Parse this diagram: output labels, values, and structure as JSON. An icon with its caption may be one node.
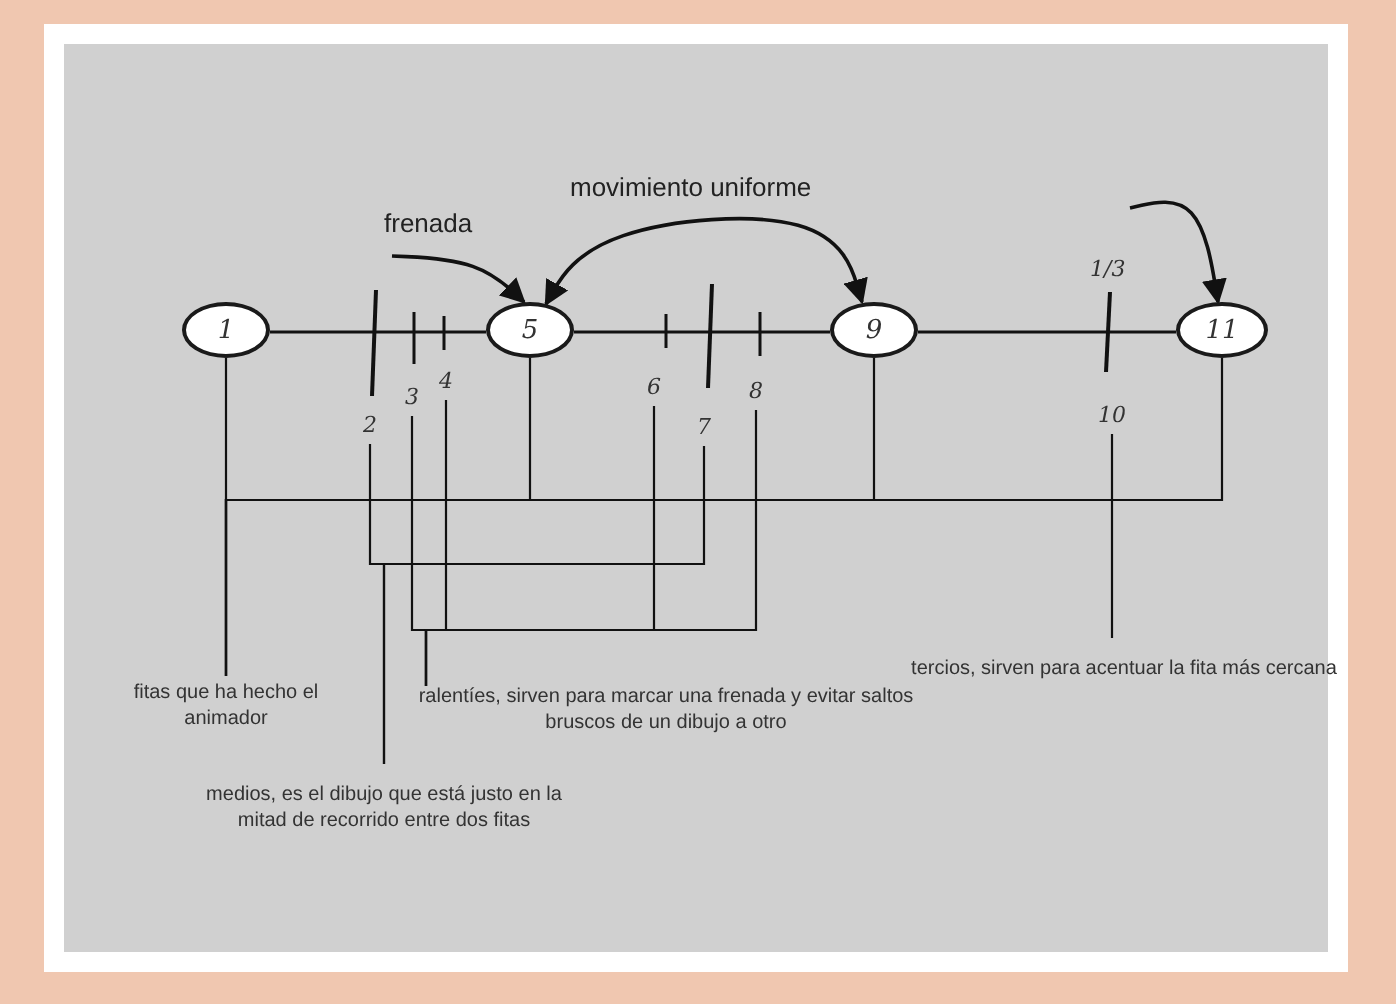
{
  "diagram": {
    "nodes": [
      {
        "text": [
          "1"
        ]
      },
      {
        "text": [
          "5"
        ]
      },
      {
        "text": [
          "9"
        ]
      },
      {
        "text": [
          "11"
        ]
      },
      {
        "text": [
          "2"
        ]
      },
      {
        "text": [
          "3"
        ]
      },
      {
        "text": [
          "4"
        ]
      },
      {
        "text": [
          "6"
        ]
      },
      {
        "text": [
          "7"
        ]
      },
      {
        "text": [
          "8"
        ]
      },
      {
        "text": [
          "10"
        ]
      },
      {
        "text": [
          "fitas que ha hecho el animador"
        ]
      },
      {
        "text": [
          "ralentíes, sirven para marcar una frenada y evitar saltos bruscos de un dibujo a otro"
        ]
      },
      {
        "text": [
          "tercios, sirven para acentuar la fita más cercana"
        ]
      },
      {
        "text": [
          "medios, es el dibujo que está justo en la mitad de recorrido entre dos fitas"
        ]
      }
    ],
    "edges": [
      {
        "from": 0,
        "to": 1,
        "arrow": "none"
      },
      {
        "from": 1,
        "to": 2,
        "arrow": "none"
      },
      {
        "from": 2,
        "to": 3,
        "arrow": "none"
      },
      {
        "from": null,
        "to": 1,
        "arrow": "to",
        "label": "frenada"
      },
      {
        "from": 1,
        "to": 2,
        "arrow": "both",
        "label": "movimiento uniforme"
      },
      {
        "from": null,
        "to": 3,
        "arrow": "to"
      },
      {
        "from": 0,
        "to": 11,
        "arrow": "none"
      },
      {
        "from": 1,
        "to": 11,
        "arrow": "none"
      },
      {
        "from": 2,
        "to": 11,
        "arrow": "none"
      },
      {
        "from": 3,
        "to": 11,
        "arrow": "none"
      },
      {
        "from": 4,
        "to": 14,
        "arrow": "none"
      },
      {
        "from": 8,
        "to": 14,
        "arrow": "none"
      },
      {
        "from": 5,
        "to": 12,
        "arrow": "none"
      },
      {
        "from": 6,
        "to": 12,
        "arrow": "none"
      },
      {
        "from": 7,
        "to": 12,
        "arrow": "none"
      },
      {
        "from": 9,
        "to": 12,
        "arrow": "none"
      },
      {
        "from": 10,
        "to": 13,
        "arrow": "none"
      }
    ],
    "labels": [
      "1/3"
    ]
  }
}
